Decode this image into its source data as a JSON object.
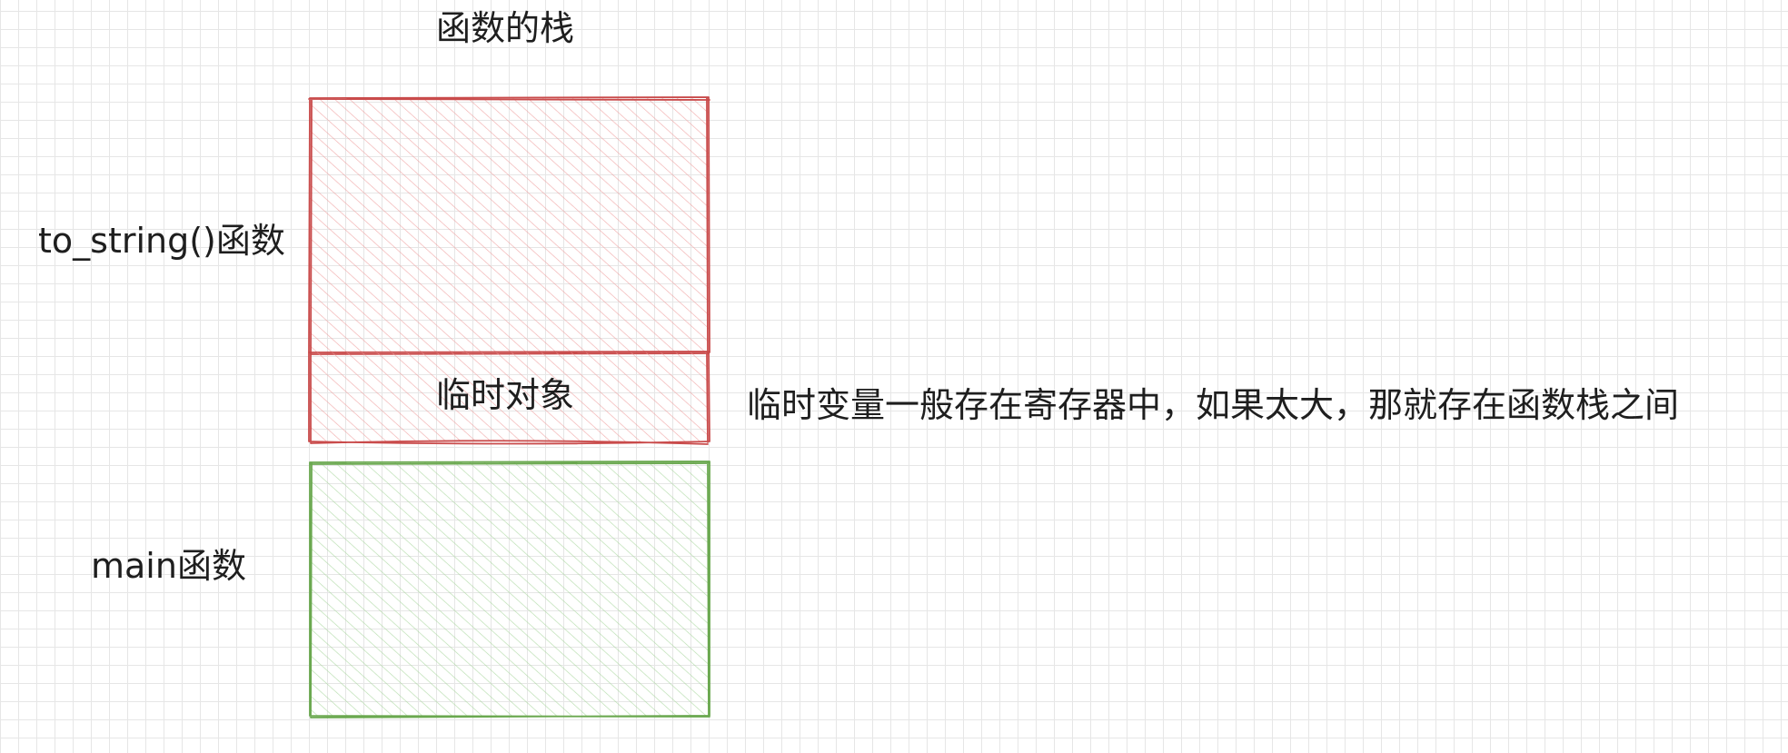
{
  "diagram": {
    "title": "函数的栈",
    "stack_blocks": [
      {
        "name": "to_string-frame",
        "label": "to_string()函数",
        "stroke": "#c94b4b",
        "fill": "#f5c0c0"
      },
      {
        "name": "temp-object",
        "label": "临时对象",
        "stroke": "#c94b4b",
        "fill": "#f5c0c0"
      },
      {
        "name": "main-frame",
        "label": "main函数",
        "stroke": "#6aa84f",
        "fill": "#cfe8c6"
      }
    ],
    "note": "临时变量一般存在寄存器中，如果太大，那就存在函数栈之间"
  }
}
